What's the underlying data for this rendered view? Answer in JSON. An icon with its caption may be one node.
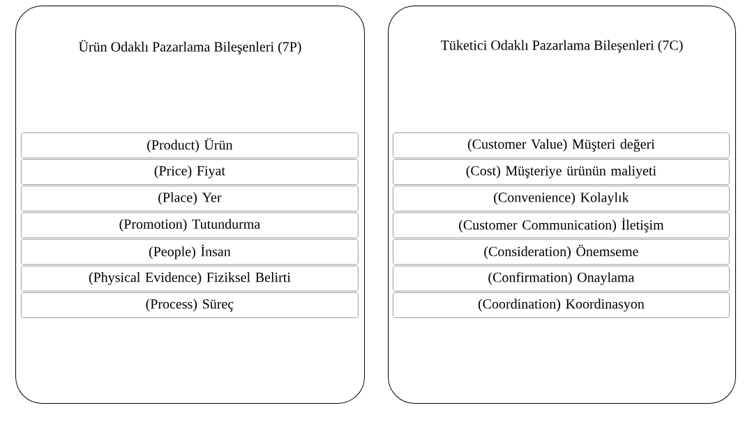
{
  "diagram": {
    "nodes": [
      {
        "text": [
          "Ürün Odaklı Pazarlama Bileşenleri (7P)"
        ]
      },
      {
        "text": [
          "(Product) Ürün"
        ],
        "in": 0
      },
      {
        "text": [
          "(Price) Fiyat"
        ],
        "in": 0
      },
      {
        "text": [
          "(Place) Yer"
        ],
        "in": 0
      },
      {
        "text": [
          "(Promotion) Tutundurma"
        ],
        "in": 0
      },
      {
        "text": [
          "(People) İnsan"
        ],
        "in": 0
      },
      {
        "text": [
          "(Physical Evidence) Fiziksel Belirti"
        ],
        "in": 0
      },
      {
        "text": [
          "(Process) Süreç"
        ],
        "in": 0
      },
      {
        "text": [
          "Tüketici Odaklı Pazarlama Bileşenleri (7C)"
        ]
      },
      {
        "text": [
          "(Customer Value) Müşteri değeri"
        ],
        "in": 8
      },
      {
        "text": [
          "(Cost) Müşteriye ürünün maliyeti"
        ],
        "in": 8
      },
      {
        "text": [
          "(Convenience) Kolaylık"
        ],
        "in": 8
      },
      {
        "text": [
          "(Customer Communication) İletişim"
        ],
        "in": 8
      },
      {
        "text": [
          "(Consideration) Önemseme"
        ],
        "in": 8
      },
      {
        "text": [
          "(Confirmation) Onaylama"
        ],
        "in": 8
      },
      {
        "text": [
          "(Coordination) Koordinasyon"
        ],
        "in": 8
      }
    ]
  }
}
